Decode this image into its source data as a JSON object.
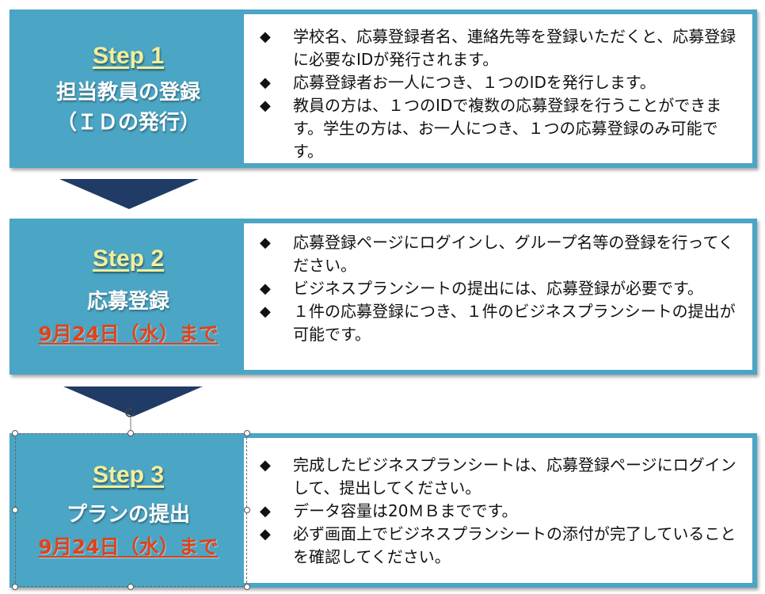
{
  "steps": [
    {
      "label": "Step 1",
      "title_lines": [
        "担当教員の登録",
        "（ＩＤの発行）"
      ],
      "deadline": "",
      "bullets": [
        "学校名、応募登録者名、連絡先等を登録いただくと、応募登録に必要なIDが発行されます。",
        "応募登録者お一人につき、１つのIDを発行します。",
        "教員の方は、１つのIDで複数の応募登録を行うことができます。学生の方は、お一人につき、１つの応募登録のみ可能です。"
      ]
    },
    {
      "label": "Step 2",
      "title_lines": [
        "応募登録"
      ],
      "deadline": "9月24日（水）まで",
      "bullets": [
        "応募登録ページにログインし、グループ名等の登録を行ってください。",
        "ビジネスプランシートの提出には、応募登録が必要です。",
        "１件の応募登録につき、１件のビジネスプランシートの提出が可能です。"
      ]
    },
    {
      "label": "Step 3",
      "title_lines": [
        "プランの提出"
      ],
      "deadline": "9月24日（水）まで",
      "bullets": [
        "完成したビジネスプランシートは、応募登録ページにログインして、提出してください。",
        "データ容量は20ＭＢまでです。",
        "必ず画面上でビジネスプランシートの添付が完了していることを確認してください。"
      ]
    }
  ],
  "bullet_symbol": "◆",
  "colors": {
    "box": "#4ba5c4",
    "arrow": "#1f3b66",
    "step_label": "#f3ef9a",
    "deadline": "#e0421a"
  }
}
